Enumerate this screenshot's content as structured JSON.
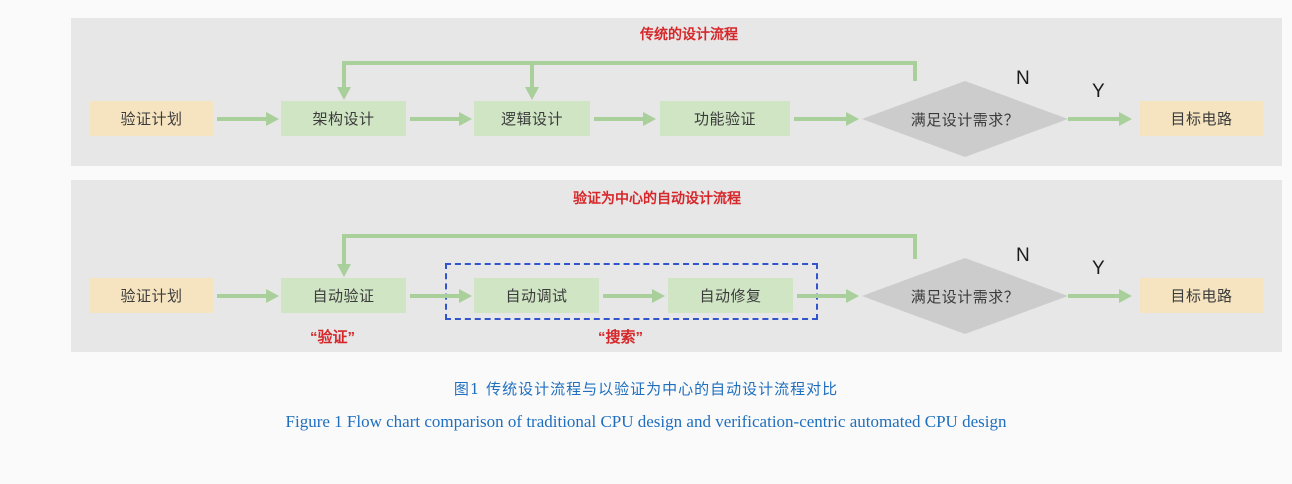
{
  "figure": {
    "captions": {
      "cn": "图1   传统设计流程与以验证为中心的自动设计流程对比",
      "en": "Figure 1   Flow chart comparison of traditional CPU design and verification-centric automated CPU design"
    },
    "colors": {
      "panel_background": "#e7e7e7",
      "page_background": "#fafafa",
      "process_node": "#cfe5c4",
      "terminal_node": "#f6e4c0",
      "decision_node": "#cccccc",
      "connector": "#a9cf9b",
      "title_red": "#d6282b",
      "group_dash_blue": "#3355cc",
      "caption_blue": "#1f6fbe"
    }
  },
  "flow_traditional": {
    "title": "传统的设计流程",
    "nodes": {
      "start": "验证计划",
      "arch": "架构设计",
      "logic": "逻辑设计",
      "func_verify": "功能验证",
      "decision": "满足设计需求？",
      "end": "目标电路"
    },
    "branches": {
      "no": "N",
      "yes": "Y"
    }
  },
  "flow_automated": {
    "title": "验证为中心的自动设计流程",
    "nodes": {
      "start": "验证计划",
      "auto_verify": "自动验证",
      "auto_debug": "自动调试",
      "auto_repair": "自动修复",
      "decision": "满足设计需求？",
      "end": "目标电路"
    },
    "branches": {
      "no": "N",
      "yes": "Y"
    },
    "annotations": {
      "verify": "“验证”",
      "search": "“搜索”"
    }
  }
}
